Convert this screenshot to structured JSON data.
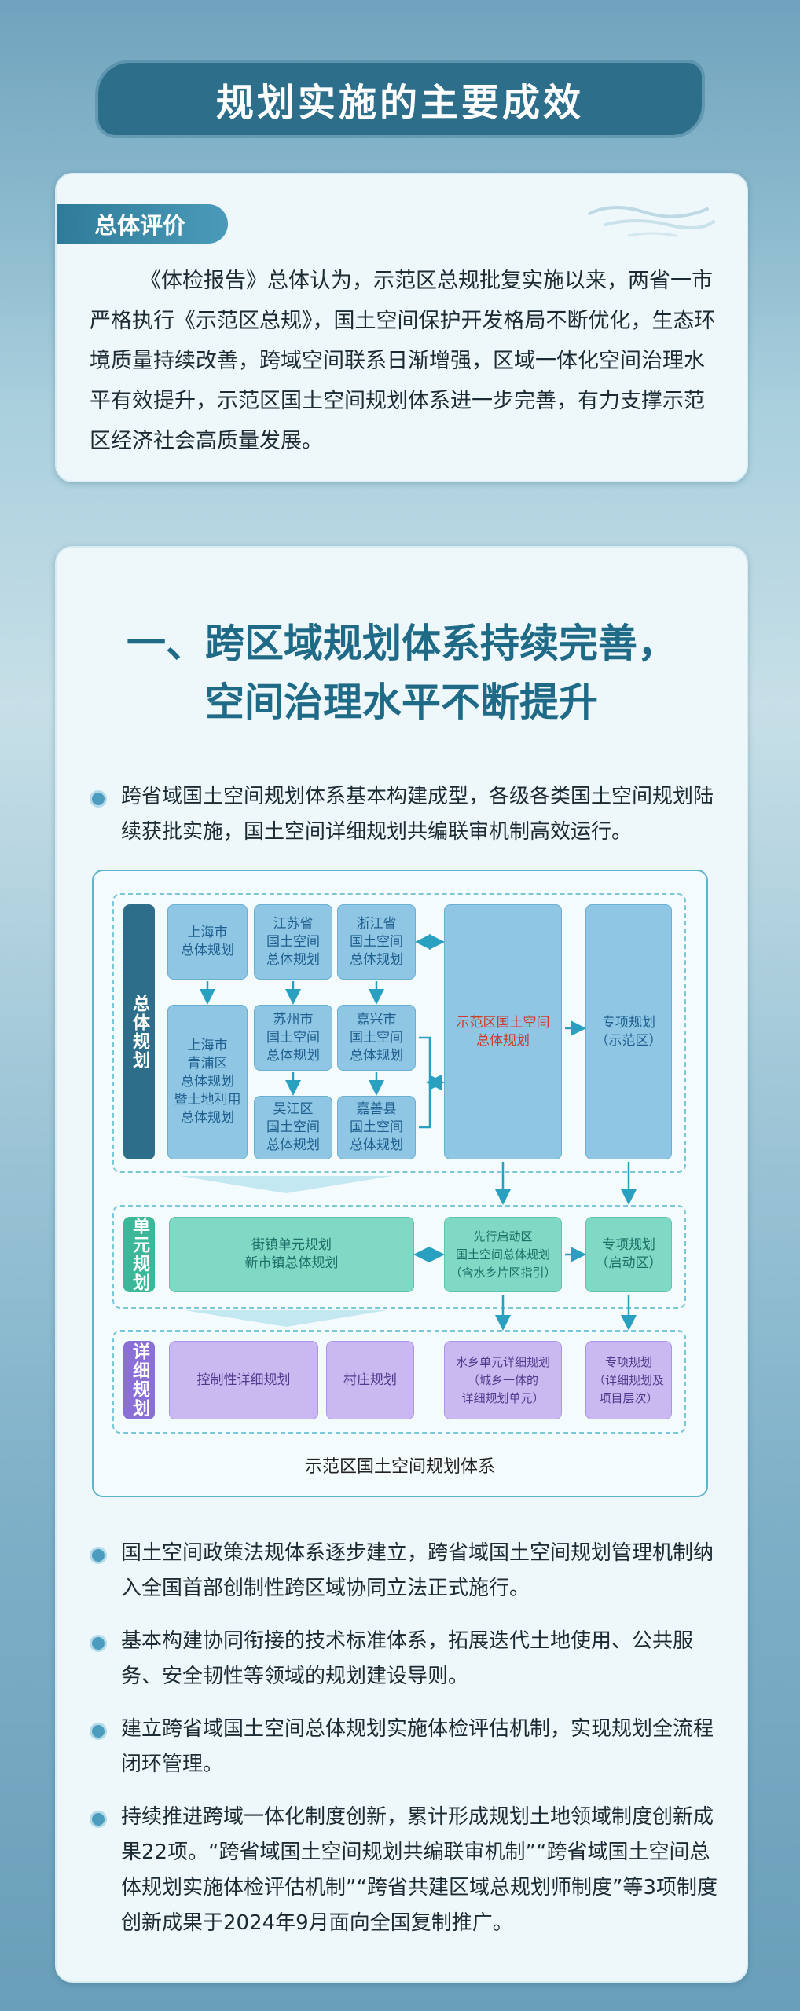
{
  "banner": {
    "title": "规划实施的主要成效"
  },
  "overall": {
    "tag": "总体评价",
    "text": "《体检报告》总体认为，示范区总规批复实施以来，两省一市严格执行《示范区总规》，国土空间保护开发格局不断优化，生态环境质量持续改善，跨域空间联系日渐增强，区域一体化空间治理水平有效提升，示范区国土空间规划体系进一步完善，有力支撑示范区经济社会高质量发展。"
  },
  "section1": {
    "title_line1": "一、跨区域规划体系持续完善，",
    "title_line2": "空间治理水平不断提升",
    "bullets": [
      "跨省域国土空间规划体系基本构建成型，各级各类国土空间规划陆续获批实施，国土空间详细规划共编联审机制高效运行。",
      "国土空间政策法规体系逐步建立，跨省域国土空间规划管理机制纳入全国首部创制性跨区域协同立法正式施行。",
      "基本构建协同衔接的技术标准体系，拓展迭代土地使用、公共服务、安全韧性等领域的规划建设导则。",
      "建立跨省域国土空间总体规划实施体检评估机制，实现规划全流程闭环管理。",
      "持续推进跨域一体化制度创新，累计形成规划土地领域制度创新成果22项。“跨省域国土空间规划共编联审机制”“跨省域国土空间总体规划实施体检评估机制”“跨省共建区域总规划师制度”等3项制度创新成果于2024年9月面向全国复制推广。"
    ]
  },
  "diagram": {
    "caption": "示范区国土空间规划体系",
    "levels": {
      "overall": "总体规划",
      "unit": "单元规划",
      "detail": "详细规划"
    },
    "colors": {
      "overall": "#2d6f8a",
      "unit": "#3cb79a",
      "detail": "#8a6fd6"
    },
    "boxes": {
      "shanghai": "上海市\n总体规划",
      "jiangsu": "江苏省\n国土空间\n总体规划",
      "zhejiang": "浙江省\n国土空间\n总体规划",
      "qingpu": "上海市\n青浦区\n总体规划\n暨土地利用\n总体规划",
      "suzhou": "苏州市\n国土空间\n总体规划",
      "jiaxing": "嘉兴市\n国土空间\n总体规划",
      "wujiang": "吴江区\n国土空间\n总体规划",
      "jiashan": "嘉善县\n国土空间\n总体规划",
      "demo_master": "示范区国土空间\n总体规划",
      "special_demo": "专项规划\n（示范区）",
      "town_unit": "街镇单元规划\n新市镇总体规划",
      "pilot": "先行启动区\n国土空间总体规划\n（含水乡片区指引）",
      "special_pilot": "专项规划\n（启动区）",
      "control_detail": "控制性详细规划",
      "village": "村庄规划",
      "water_unit": "水乡单元详细规划\n（城乡一体的\n详细规划单元）",
      "special_project": "专项规划\n（详细规划及\n项目层次）"
    }
  }
}
